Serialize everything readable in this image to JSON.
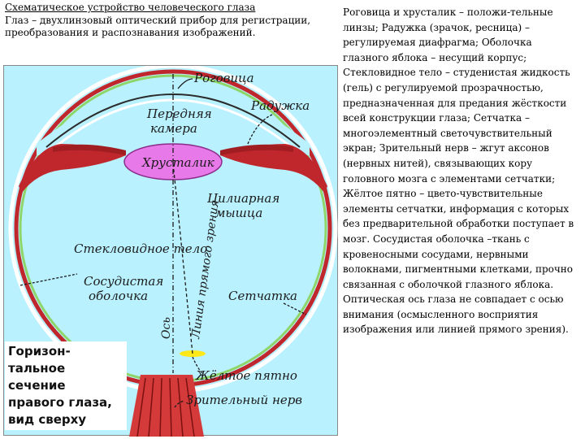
{
  "header": {
    "title": "Схематическое устройство человеческого глаза",
    "subtitle": "Глаз – двухлинзовый оптический прибор для регистрации, преобразования и распознавания изображений."
  },
  "description": "Роговица и хрусталик – положи-тельные линзы; Радужка (зрачок, ресница) – регулируемая диафрагма; Оболочка глазного яблока – несущий корпус; Стекловидное тело – студенистая жидкость (гель) с регулируемой прозрачностью, предназначенная для предания жёсткости всей конструкции глаза; Сетчатка – многоэлементный светочувствительный экран; Зрительный нерв – жгут аксонов (нервных нитей), связывающих кору головного мозга с элементами сетчатки; Жёлтое пятно – цвето-чувствительные элементы сетчатки, информация с которых без предварительной обработки поступает в мозг. Сосудистая оболочка –ткань с кровеносными сосудами, нервными волокнами, пигментными клетками, прочно связанная с оболочкой глазного яблока. Оптическая ось глаза не совпадает с осью внимания (осмысленного восприятия изображения или линией прямого зрения).",
  "caption": {
    "line1": "Горизон-",
    "line2": "тальное",
    "line3": "сечение",
    "line4": "правого глаза,",
    "line5": "вид сверху"
  },
  "labels": {
    "cornea": "Роговица",
    "iris": "Радужка",
    "anterior_chamber_1": "Передняя",
    "anterior_chamber_2": "камера",
    "lens": "Хрусталик",
    "ciliary_1": "Цилиарная",
    "ciliary_2": "мышца",
    "vitreous": "Стекловидное тело",
    "choroid_1": "Сосудистая",
    "choroid_2": "оболочка",
    "retina": "Сетчатка",
    "axis": "Ось",
    "line_of_sight": "Линия прямого зрения",
    "macula": "Жёлтое пятно",
    "optic_nerve": "Зрительный нерв"
  },
  "colors": {
    "panel_bg": "#b9f1ff",
    "sclera": "#ffffff",
    "choroid": "#c0272d",
    "retina": "#8fd66a",
    "lens": "#e879e8",
    "macula": "#ffe81a",
    "nerve": "#d43a3a"
  }
}
